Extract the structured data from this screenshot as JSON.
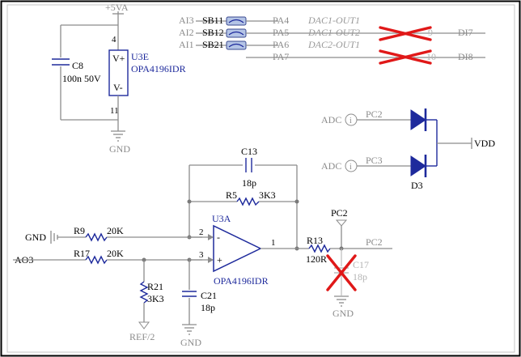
{
  "power": {
    "supply": "+5VA",
    "ground": "GND",
    "vdd": "VDD",
    "ref": "REF/2"
  },
  "u3e": {
    "ref": "U3E",
    "part": "OPA4196IDR",
    "vplus": "V+",
    "vminus": "V-",
    "pin_top": "4",
    "pin_bottom": "11"
  },
  "c8": {
    "ref": "C8",
    "value": "100n 50V"
  },
  "solder_bridges": [
    {
      "left": "AI3",
      "ref": "SB11",
      "port": "PA4",
      "net": "DAC1-OUT1",
      "pin": "",
      "right": ""
    },
    {
      "left": "AI2",
      "ref": "SB12",
      "port": "PA5",
      "net": "DAC1-OUT2",
      "pin": "9",
      "right": "DI7"
    },
    {
      "left": "AI1",
      "ref": "SB21",
      "port": "PA6",
      "net": "DAC2-OUT1",
      "pin": "",
      "right": ""
    },
    {
      "left": "",
      "ref": "",
      "port": "PA7",
      "net": "",
      "pin": "10",
      "right": "DI8"
    }
  ],
  "diodes": {
    "ref": "D3",
    "adc": "ADC",
    "pin_top": "PC2",
    "pin_bottom": "PC3"
  },
  "opamp": {
    "ref": "U3A",
    "part": "OPA4196IDR",
    "pin_inv": "2",
    "pin_noninv": "3",
    "pin_out": "1",
    "inv_sign": "-",
    "noninv_sign": "+"
  },
  "c13": {
    "ref": "C13",
    "value": "18p"
  },
  "r5": {
    "ref": "R5",
    "value": "3K3"
  },
  "r9": {
    "ref": "R9",
    "value": "20K"
  },
  "r17": {
    "ref": "R17",
    "value": "20K"
  },
  "r21": {
    "ref": "R21",
    "value": "3K3"
  },
  "c21": {
    "ref": "C21",
    "value": "18p"
  },
  "r13": {
    "ref": "R13",
    "value": "120R"
  },
  "c17": {
    "ref": "C17",
    "value": "18p"
  },
  "nets": {
    "input": "AO3",
    "output": "PC2",
    "out_flag": "PC2",
    "gnd_left": "GND"
  }
}
